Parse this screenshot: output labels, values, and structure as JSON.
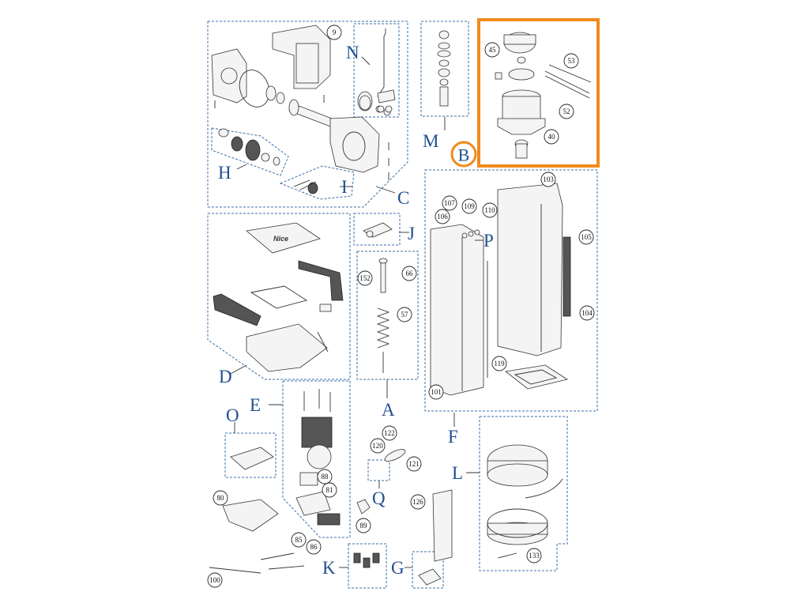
{
  "diagram": {
    "group_letters": [
      "N",
      "M",
      "H",
      "I",
      "C",
      "J",
      "P",
      "D",
      "A",
      "F",
      "E",
      "O",
      "L",
      "Q",
      "K",
      "G"
    ],
    "highlighted_group": "B",
    "highlight_color": "#f08a1c",
    "letter_color": "#1f4f8f",
    "logo_text": "Nice",
    "callouts": [
      "9",
      "45",
      "53",
      "52",
      "40",
      "103",
      "107",
      "109",
      "110",
      "106",
      "105",
      "152",
      "66",
      "57",
      "104",
      "119",
      "101",
      "122",
      "120",
      "121",
      "88",
      "81",
      "80",
      "89",
      "126",
      "85",
      "86",
      "100",
      "133"
    ]
  }
}
